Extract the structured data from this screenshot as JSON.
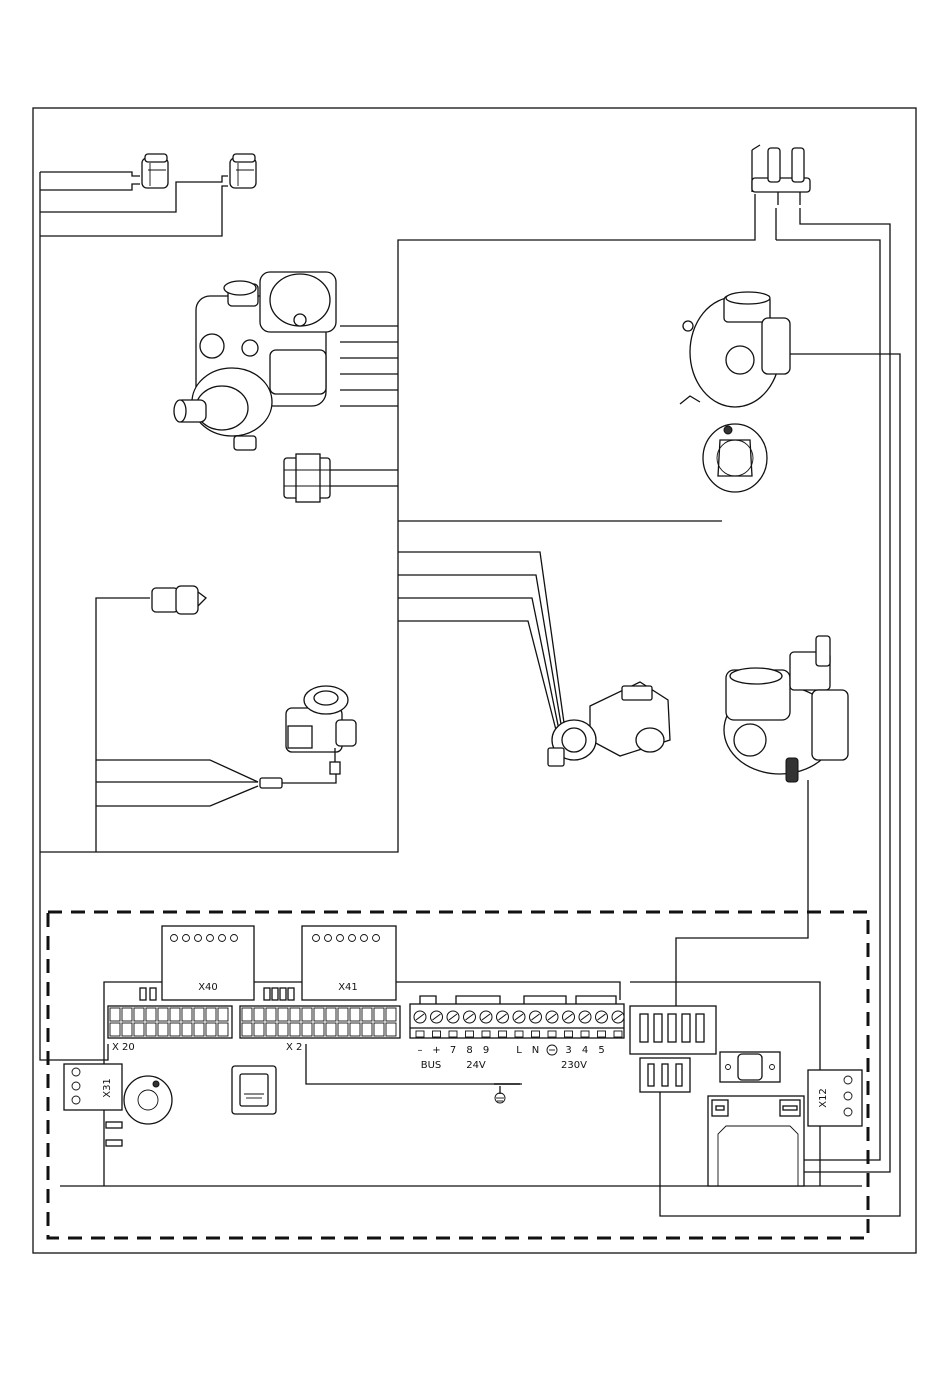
{
  "board": {
    "x40": "X40",
    "x41": "X41",
    "x20": "X 20",
    "x2": "X 2",
    "x31": "X31",
    "x12": "X12"
  },
  "terminals": {
    "labels": [
      "–",
      "+",
      "7",
      "8",
      "9",
      "L",
      "N",
      "3",
      "4",
      "5"
    ],
    "bus": "BUS",
    "v24": "24V",
    "v230": "230V"
  },
  "icons": {
    "earth": "earth-ground-icon"
  }
}
